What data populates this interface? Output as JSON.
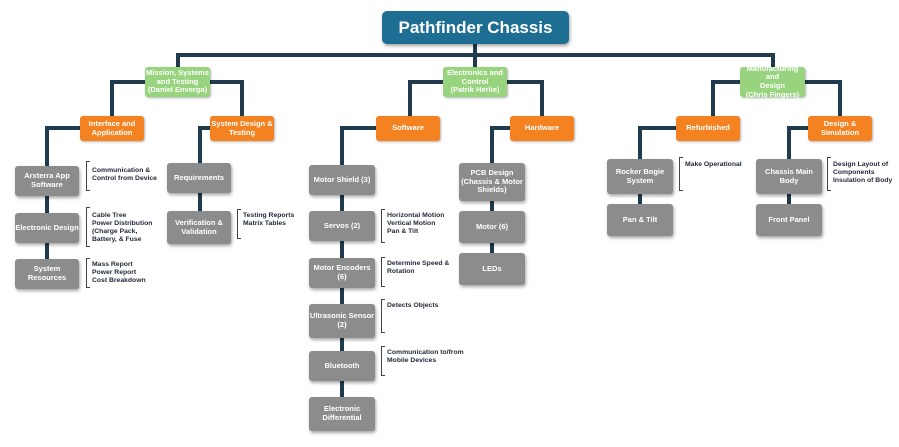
{
  "title": "Pathfinder Chassis",
  "categories": {
    "mission": "Mission, Systems\nand Testing\n(Daniel Enverga)",
    "electronics": "Electronics and\nControl\n(Patrik Herlie)",
    "manufacturing": "Manufacturing and\nDesign\n(Chris Fingers)"
  },
  "subcategories": {
    "interface": "Interface and\nApplication",
    "system_design": "System Design &\nTesting",
    "software": "Software",
    "hardware": "Hardware",
    "refurbished": "Refurbished",
    "design_sim": "Design & Simulation"
  },
  "items": {
    "arxterra": "Arxterra App\nSoftware",
    "electronic_design": "Electronic Design",
    "system_resources": "System Resources",
    "requirements": "Requirements",
    "verification": "Verification &\nValidation",
    "motor_shield": "Motor Shield (3)",
    "servos": "Servos (2)",
    "motor_encoders": "Motor Encoders (6)",
    "ultrasonic": "Ultrasonic Sensor\n(2)",
    "bluetooth": "Bluetooth",
    "electronic_diff": "Electronic\nDifferential",
    "pcb_design": "PCB Design\n(Chassis & Motor\nShields)",
    "motor": "Motor (6)",
    "leds": "LEDs",
    "rocker_bogie": "Rocker Bogie\nSystem",
    "pan_tilt": "Pan & Tilt",
    "chassis_main": "Chassis Main Body",
    "front_panel": "Front Panel"
  },
  "notes": {
    "arxterra": "Communication &\nControl from Device",
    "electronic_design": "Cable Tree\nPower Distribution\n(Charge Pack,\nBattery, & Fuse",
    "system_resources": "Mass Report\nPower Report\nCost Breakdown",
    "verification": "Testing Reports\nMatrix Tables",
    "servos": "Horizontal Motion\nVertical Motion\nPan & Tilt",
    "motor_encoders": "Determine Speed &\nRotation",
    "ultrasonic": "Detects Objects",
    "bluetooth": "Communication to/from\nMobile Devices",
    "rocker_bogie": "Make Operational",
    "chassis_main": "Design Layout of\nComponents\nInsulation of Body"
  },
  "colors": {
    "root": "#1e6e94",
    "category": "#98d47e",
    "subcategory": "#f58220",
    "item": "#8c8c8c",
    "connector": "#1f3b4d"
  }
}
